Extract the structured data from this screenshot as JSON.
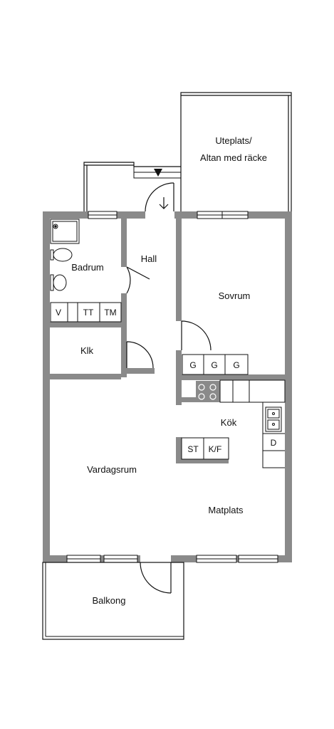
{
  "colors": {
    "wall": "#8a8a8a",
    "line": "#111111",
    "paper": "#ffffff",
    "window": "#cfcfcf"
  },
  "rooms": {
    "uteplats_line1": "Uteplats/",
    "uteplats_line2": "Altan med räcke",
    "hall": "Hall",
    "badrum": "Badrum",
    "sovrum": "Sovrum",
    "klk": "Klk",
    "kok": "Kök",
    "vardagsrum": "Vardagsrum",
    "matplats": "Matplats",
    "balkong": "Balkong"
  },
  "fixtures": {
    "v": "V",
    "tt": "TT",
    "tm": "TM",
    "g1": "G",
    "g2": "G",
    "g3": "G",
    "st": "ST",
    "kf": "K/F",
    "d": "D"
  },
  "icons": [
    "shower-icon",
    "washbasin-icon",
    "toilet-icon",
    "stove-icon",
    "sink-icon",
    "entry-arrow-icon"
  ]
}
